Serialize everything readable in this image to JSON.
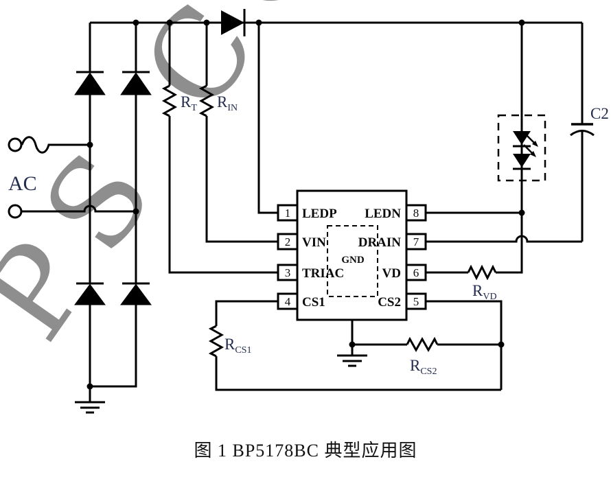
{
  "figure": {
    "caption": "图 1 BP5178BC 典型应用图"
  },
  "watermark": {
    "text": "PS CO"
  },
  "labels": {
    "ac_input": "AC",
    "cap_c2": "C2",
    "r_t": {
      "base": "R",
      "sub": "T"
    },
    "r_in": {
      "base": "R",
      "sub": "IN"
    },
    "r_vd": {
      "base": "R",
      "sub": "VD"
    },
    "r_cs1": {
      "base": "R",
      "sub": "CS1"
    },
    "r_cs2": {
      "base": "R",
      "sub": "CS2"
    }
  },
  "ic": {
    "gnd_pad": "GND",
    "pins": [
      {
        "number": "1",
        "name": "LEDP"
      },
      {
        "number": "2",
        "name": "VIN"
      },
      {
        "number": "3",
        "name": "TRIAC"
      },
      {
        "number": "4",
        "name": "CS1"
      },
      {
        "number": "5",
        "name": "CS2"
      },
      {
        "number": "6",
        "name": "VD"
      },
      {
        "number": "7",
        "name": "DRAIN"
      },
      {
        "number": "8",
        "name": "LEDN"
      }
    ]
  },
  "colors": {
    "line": "#000000",
    "watermark": "#8e8e8e",
    "label_text": "#232c4e",
    "background": "#ffffff"
  }
}
